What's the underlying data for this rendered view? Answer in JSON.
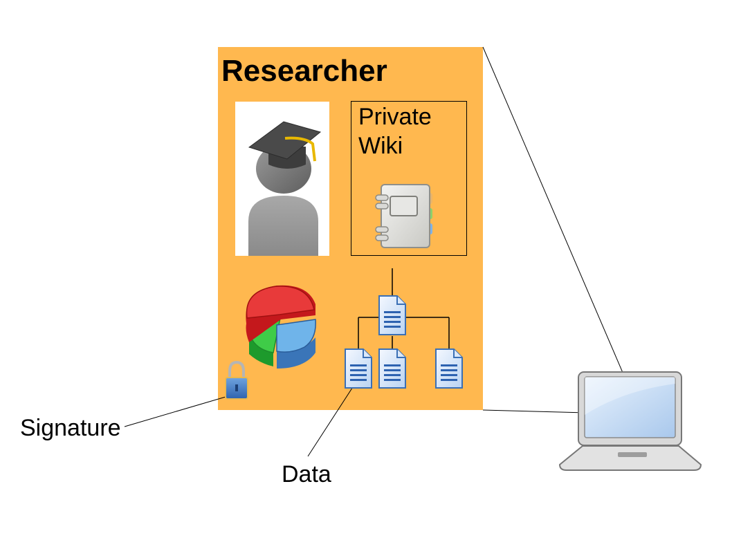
{
  "panel": {
    "title": "Researcher",
    "background_color": "#ffb84f"
  },
  "wiki": {
    "label_line1": "Private",
    "label_line2": "Wiki",
    "icon": "notebook-icon"
  },
  "icons": {
    "researcher": "graduate-user-icon",
    "chart": "pie-chart-icon",
    "lock": "padlock-icon",
    "document": "document-icon",
    "computer": "laptop-icon"
  },
  "captions": {
    "signature": "Signature",
    "data": "Data"
  }
}
